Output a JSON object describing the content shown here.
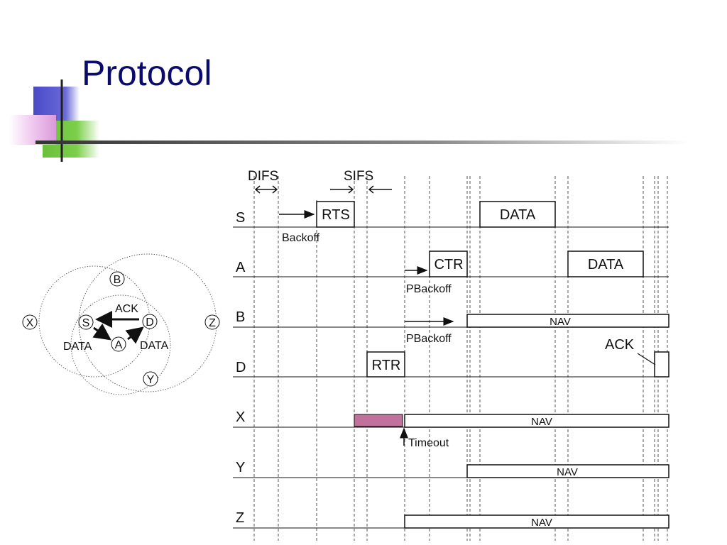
{
  "slide": {
    "title": "Protocol"
  },
  "topology": {
    "nodes": [
      "X",
      "S",
      "D",
      "Z",
      "B",
      "A",
      "Y"
    ],
    "edge_labels": {
      "ack": "ACK",
      "data_left": "DATA",
      "data_right": "DATA"
    }
  },
  "timeline": {
    "interval_labels": {
      "difs": "DIFS",
      "sifs": "SIFS"
    },
    "rows": [
      "S",
      "A",
      "B",
      "D",
      "X",
      "Y",
      "Z"
    ],
    "frames": {
      "s_rts": "RTS",
      "s_data": "DATA",
      "a_ctr": "CTR",
      "a_data": "DATA",
      "d_rtr": "RTR"
    },
    "nav_label": "NAV",
    "annotations": {
      "backoff": "Backoff",
      "pbackoff_a": "PBackoff",
      "pbackoff_b": "PBackoff",
      "ack": "ACK",
      "timeout": "Timeout"
    }
  },
  "colors": {
    "title": "#0b0b6e",
    "accent_blue": "#4a4ac8",
    "accent_green": "#6cbf3a",
    "accent_pink": "#e7b3e6",
    "timeout_fill": "#c1719c"
  }
}
